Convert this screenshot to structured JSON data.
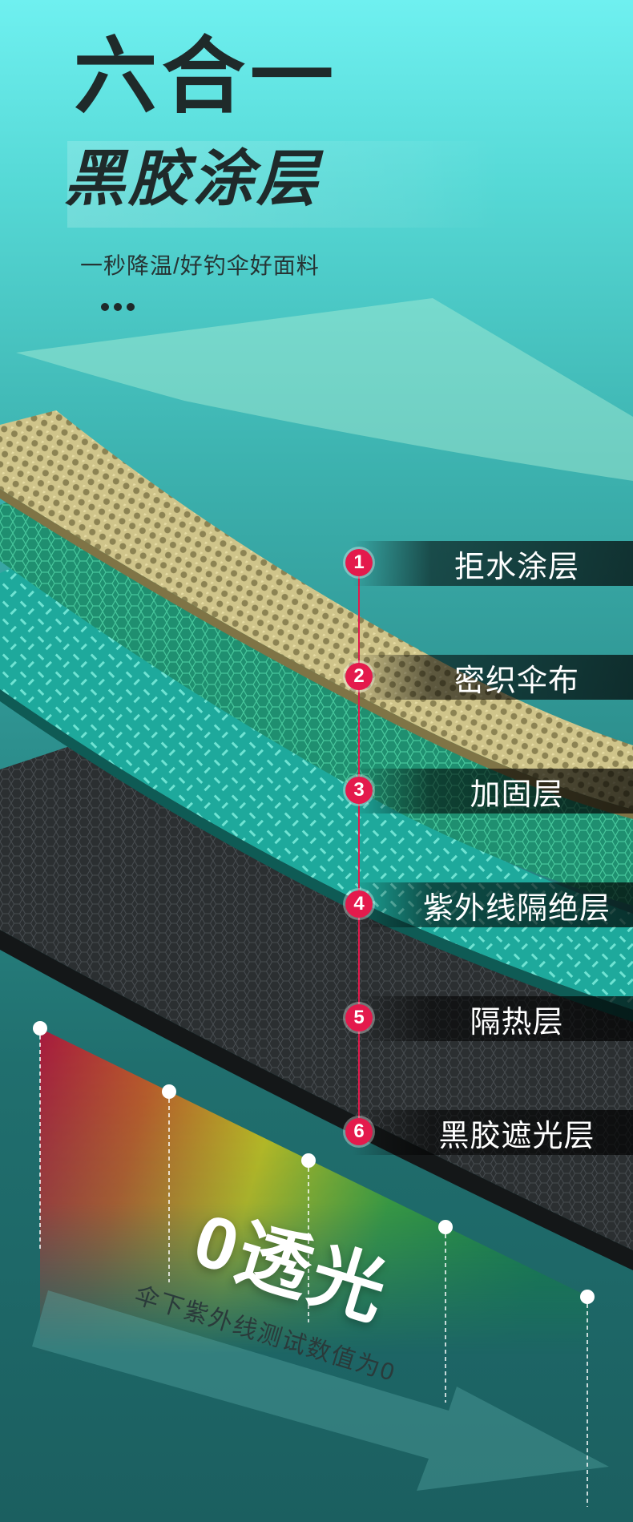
{
  "header": {
    "title_line1": "六合一",
    "title_line2": "黑胶涂层",
    "subtitle": "一秒降温/好钓伞好面料",
    "dots_count": 3
  },
  "layers": [
    {
      "number": "1",
      "label": "拒水涂层"
    },
    {
      "number": "2",
      "label": "密织伞布"
    },
    {
      "number": "3",
      "label": "加固层"
    },
    {
      "number": "4",
      "label": "紫外线隔绝层"
    },
    {
      "number": "5",
      "label": "隔热层"
    },
    {
      "number": "6",
      "label": "黑胶遮光层"
    }
  ],
  "uv_test": {
    "headline": "0透光",
    "caption": "伞下紫外线测试数值为0"
  },
  "colors": {
    "badge": "#e41a4c",
    "title_text": "#1f2a2a",
    "label_text": "#ffffff",
    "gradient_red": "#b01c3c",
    "gradient_yellow": "#c9c21c",
    "gradient_green": "#1f9a45"
  }
}
